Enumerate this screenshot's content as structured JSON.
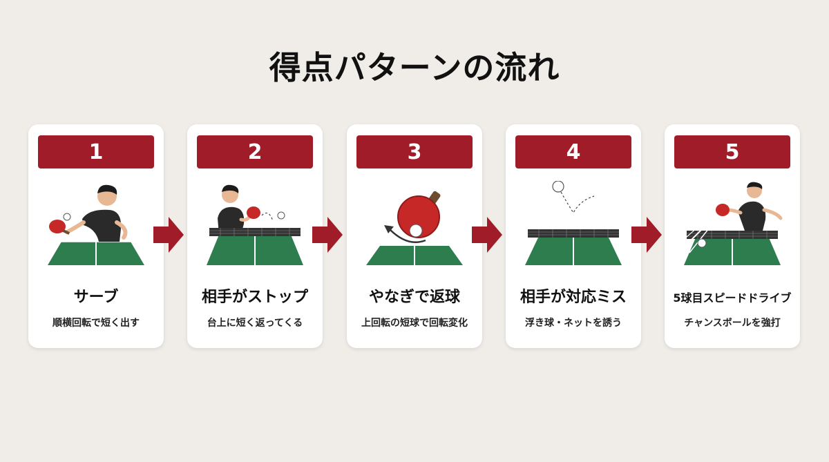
{
  "title": "得点パターンの流れ",
  "colors": {
    "accent": "#a01c29",
    "table": "#2e7d4f",
    "background": "#f0ede8"
  },
  "steps": [
    {
      "number": "1",
      "heading": "サーブ",
      "description": "順横回転で短く出す",
      "icon": "server-player-icon"
    },
    {
      "number": "2",
      "heading": "相手がストップ",
      "description": "台上に短く返ってくる",
      "icon": "stop-return-icon"
    },
    {
      "number": "3",
      "heading": "やなぎで返球",
      "description": "上回転の短球で回転変化",
      "icon": "paddle-spin-icon"
    },
    {
      "number": "4",
      "heading": "相手が対応ミス",
      "description": "浮き球・ネットを誘う",
      "icon": "floating-ball-icon"
    },
    {
      "number": "5",
      "heading": "5球目スピードドライブ",
      "description": "チャンスボールを強打",
      "icon": "speed-drive-icon"
    }
  ]
}
